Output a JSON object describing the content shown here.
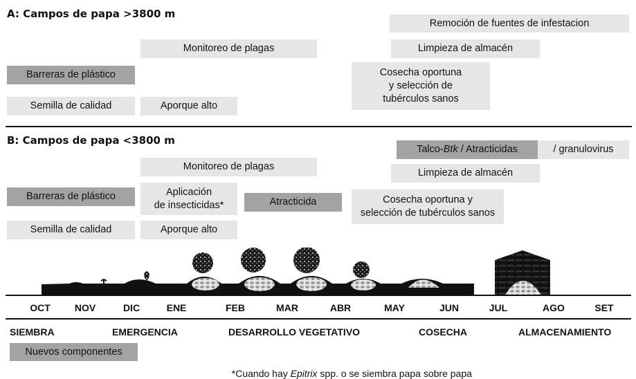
{
  "sectionA": {
    "title": "A: Campos de papa >3800 m",
    "remocion": "Remoción de fuentes de infestacion",
    "monitoreo": "Monitoreo de plagas",
    "limpieza": "Limpieza de almacén",
    "barreras": "Barreras de plástico",
    "cosecha_line1": "Cosecha oportuna",
    "cosecha_line2": "y selección de",
    "cosecha_line3": "tubérculos sanos",
    "semilla": "Semilla de calidad",
    "aporque": "Aporque alto"
  },
  "sectionB": {
    "title": "B: Campos de papa <3800 m",
    "talco_pre": "Talco-",
    "talco_italic": "Btk",
    "talco_post": " / Atracticidas",
    "granulovirus": "/ granulovirus",
    "monitoreo": "Monitoreo de plagas",
    "limpieza": "Limpieza de almacén",
    "barreras": "Barreras de plástico",
    "aplicacion_line1": "Aplicación",
    "aplicacion_line2": "de insecticidas*",
    "atracticida": "Atracticida",
    "cosecha_line1": "Cosecha oportuna y",
    "cosecha_line2": "selección de tubérculos sanos",
    "semilla": "Semilla de calidad",
    "aporque": "Aporque alto"
  },
  "months": [
    "OCT",
    "NOV",
    "DIC",
    "ENE",
    "FEB",
    "MAR",
    "ABR",
    "MAY",
    "JUN",
    "JUL",
    "AGO",
    "SET"
  ],
  "stages": {
    "siembra": "SIEMBRA",
    "emergencia": "EMERGENCIA",
    "desarrollo": "DESARROLLO VEGETATIVO",
    "cosecha": "COSECHA",
    "almacenamiento": "ALMACENAMIENTO"
  },
  "legend": {
    "nuevos": "Nuevos componentes"
  },
  "footnote": {
    "pre": "*Cuando hay ",
    "italic": "Epitrix",
    "post": " spp. o se siembra papa sobre papa"
  },
  "colors": {
    "light_box": "#e6e6e6",
    "dark_box": "#a3a3a3",
    "ink": "#111111"
  }
}
